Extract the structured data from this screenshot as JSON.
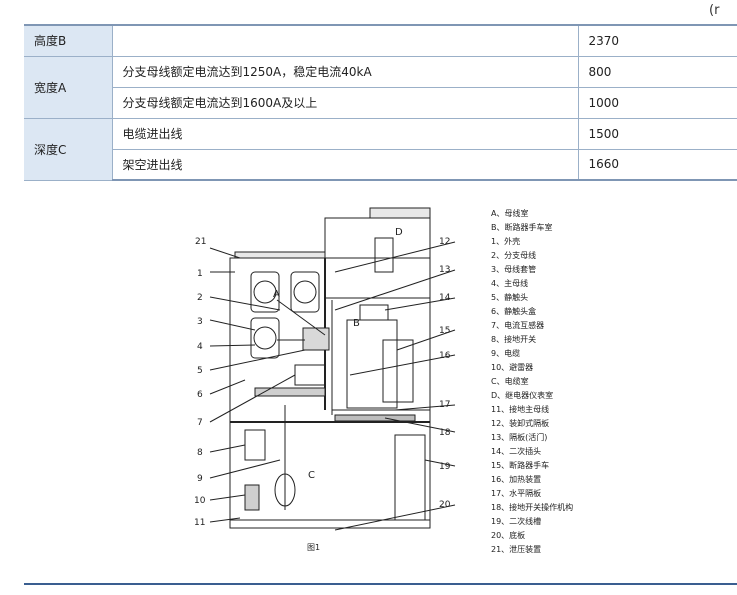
{
  "unit_note": "(r",
  "spec_table": {
    "height": {
      "label": "高度B",
      "value": "2370"
    },
    "width": {
      "label": "宽度A",
      "rows": [
        {
          "condition": "分支母线额定电流达到1250A，稳定电流40kA",
          "value": "800"
        },
        {
          "condition": "分支母线额定电流达到1600A及以上",
          "value": "1000"
        }
      ]
    },
    "depth": {
      "label": "深度C",
      "rows": [
        {
          "condition": "电缆进出线",
          "value": "1500"
        },
        {
          "condition": "架空进出线",
          "value": "1660"
        }
      ]
    }
  },
  "figure": {
    "caption": "图1",
    "compartments": {
      "a": "A",
      "b": "B",
      "c": "C",
      "d": "D"
    },
    "numbers": [
      "1",
      "2",
      "3",
      "4",
      "5",
      "6",
      "7",
      "8",
      "9",
      "10",
      "11",
      "12",
      "13",
      "14",
      "15",
      "16",
      "17",
      "18",
      "19",
      "20",
      "21"
    ]
  },
  "legend": [
    "A、母线室",
    "B、断路器手车室",
    "1、外壳",
    "2、分支母线",
    "3、母线套管",
    "4、主母线",
    "5、静触头",
    "6、静触头盒",
    "7、电流互感器",
    "8、接地开关",
    "9、电缆",
    "10、避雷器",
    "C、电缆室",
    "D、继电器仪表室",
    "11、接地主母线",
    "12、装卸式隔板",
    "13、隔板(活门)",
    "14、二次插头",
    "15、断路器手车",
    "16、加热装置",
    "17、水平隔板",
    "18、接地开关操作机构",
    "19、二次线槽",
    "20、底板",
    "21、泄压装置"
  ]
}
